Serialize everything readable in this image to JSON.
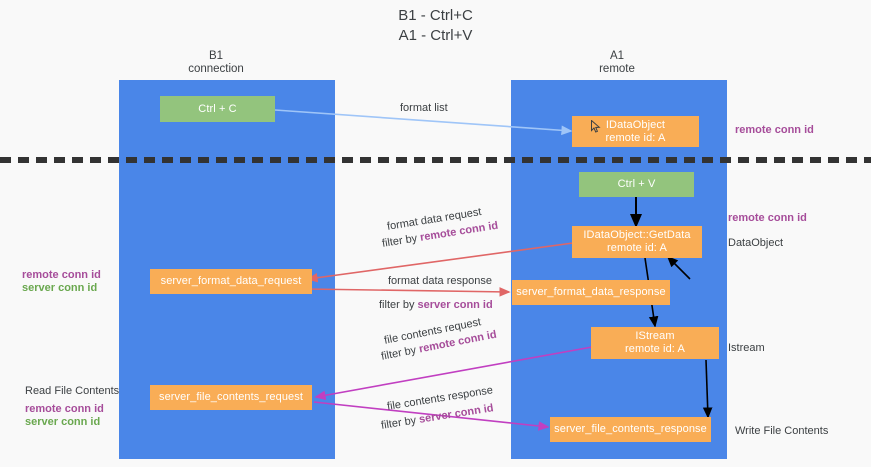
{
  "title": "B1 - Ctrl+C\nA1 - Ctrl+V",
  "colors": {
    "lane": "#4a86e8",
    "green_node": "#93c47d",
    "orange_node": "#f9ad56",
    "purple_text": "#a64d9a",
    "green_text": "#6aa84f",
    "background": "#f9f9f9",
    "format_list_arrow": "#9fc5f8",
    "format_data_arrow": "#e06666",
    "file_contents_arrow": "#c13fc1",
    "black_arrow": "#000000"
  },
  "lanes": [
    {
      "id": "b1",
      "title": "B1\nconnection"
    },
    {
      "id": "a1",
      "title": "A1\nremote"
    }
  ],
  "nodes": [
    {
      "id": "ctrl-c",
      "label": "Ctrl + C",
      "kind": "green"
    },
    {
      "id": "idataobject",
      "label": "IDataObject\nremote id: A",
      "kind": "orange"
    },
    {
      "id": "ctrl-v",
      "label": "Ctrl + V",
      "kind": "green"
    },
    {
      "id": "idataobject-getdata",
      "label": "IDataObject::GetData\nremote id: A",
      "kind": "orange"
    },
    {
      "id": "server-format-data-request",
      "label": "server_format_data_request",
      "kind": "orange"
    },
    {
      "id": "server-format-data-response",
      "label": "server_format_data_response",
      "kind": "orange"
    },
    {
      "id": "istream",
      "label": "IStream\nremote id: A",
      "kind": "orange"
    },
    {
      "id": "server-file-contents-request",
      "label": "server_file_contents_request",
      "kind": "orange"
    },
    {
      "id": "server-file-contents-response",
      "label": "server_file_contents_response",
      "kind": "orange"
    }
  ],
  "edge_labels": {
    "format_list": "format list",
    "format_data_request": "format data request",
    "format_data_request_filter_prefix": "filter by ",
    "format_data_request_filter_key": "remote conn id",
    "format_data_response": "format data response",
    "format_data_response_filter_prefix": "filter by ",
    "format_data_response_filter_key": "server conn id",
    "file_contents_request": "file contents request",
    "file_contents_request_filter_prefix": "filter by ",
    "file_contents_request_filter_key": "remote conn id",
    "file_contents_response": "file contents response",
    "file_contents_response_filter_prefix": "filter by ",
    "file_contents_response_filter_key": "server conn id"
  },
  "right_notes": {
    "remote_conn_id_top": "remote conn id",
    "remote_conn_id_mid": "remote conn id",
    "data_object": "DataObject",
    "istream": "Istream",
    "write_file_contents": "Write File Contents"
  },
  "left_notes": {
    "remote_conn_id_mid": "remote conn id",
    "server_conn_id_mid": "server conn id",
    "read_file_contents": "Read File Contents",
    "remote_conn_id_bottom": "remote conn id",
    "server_conn_id_bottom": "server conn id"
  }
}
